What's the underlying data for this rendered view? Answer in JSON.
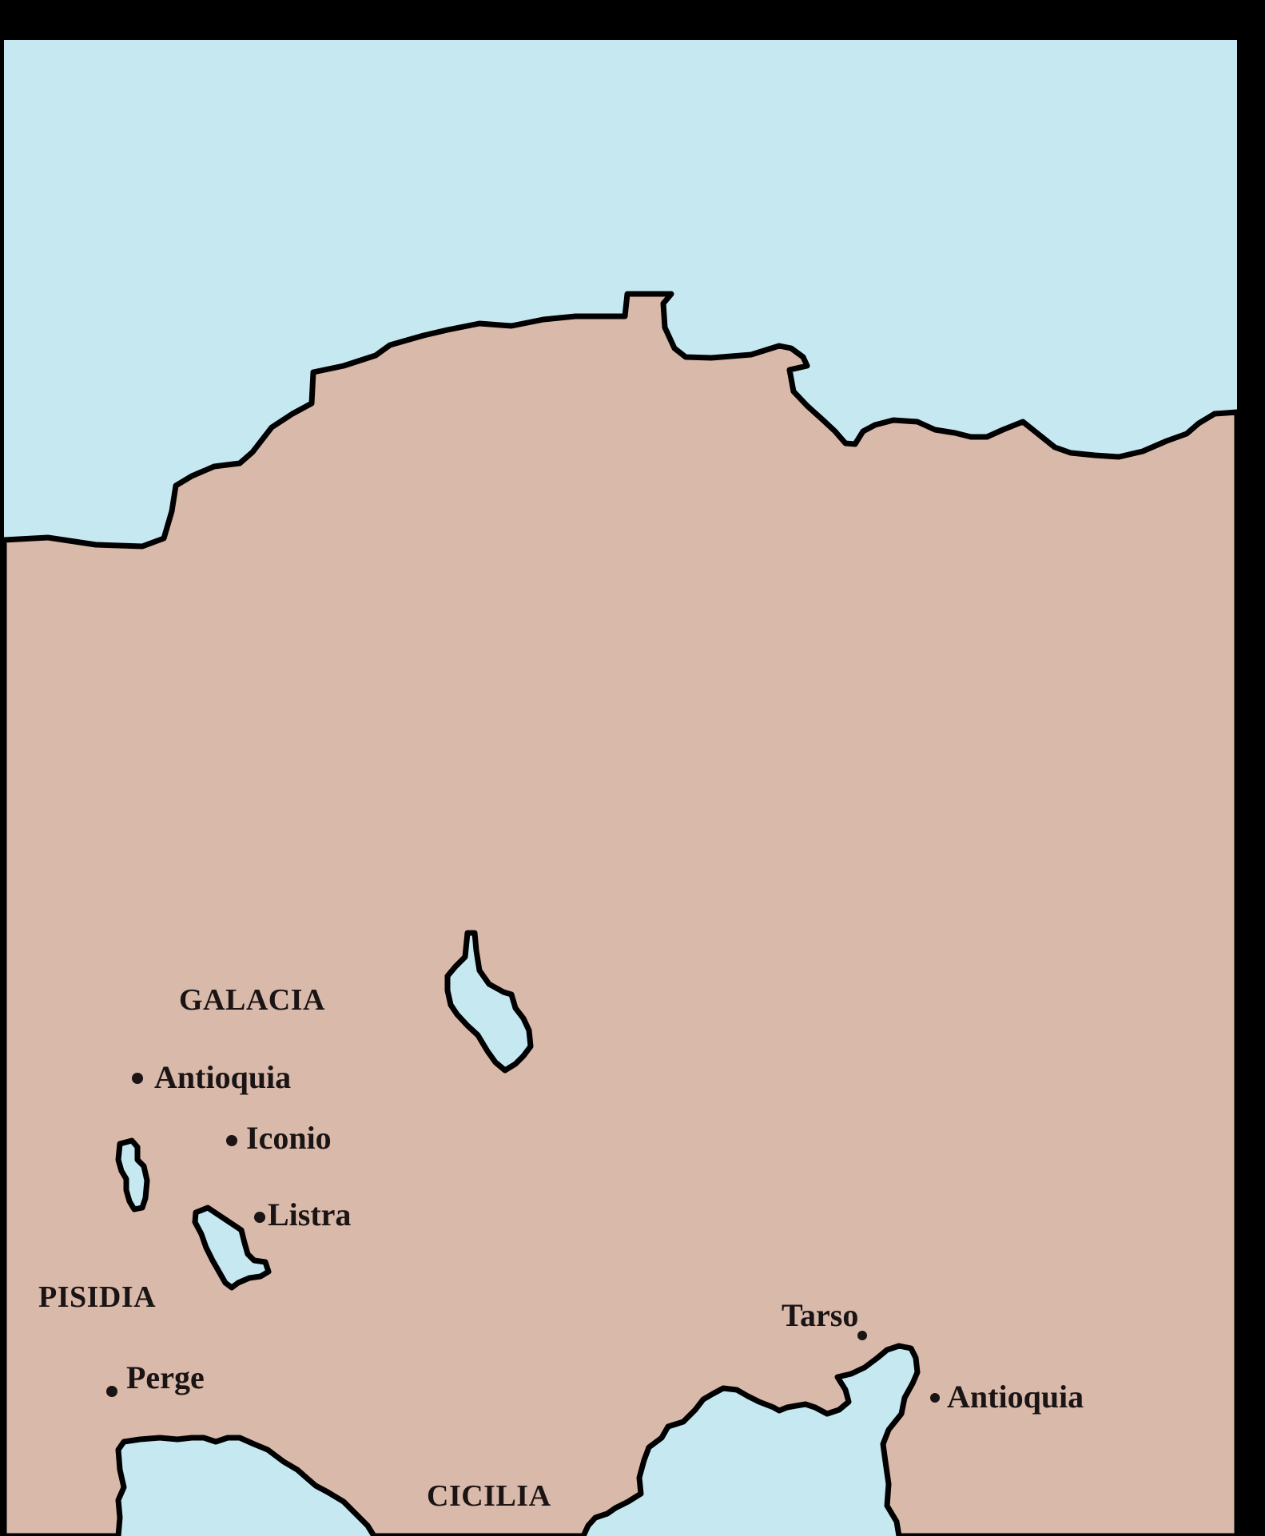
{
  "map": {
    "colors": {
      "sea": "#c5e8f1",
      "land": "#d9b9aa",
      "border": "#000000",
      "text": "#1a1414"
    },
    "regions": {
      "galacia": "GALACIA",
      "pisidia": "PISIDIA",
      "cicilia": "CICILIA"
    },
    "cities": {
      "antioquia_pisidia": "Antioquia",
      "iconio": "Iconio",
      "listra": "Listra",
      "perge": "Perge",
      "tarso": "Tarso",
      "antioquia_siria": "Antioquia"
    }
  }
}
